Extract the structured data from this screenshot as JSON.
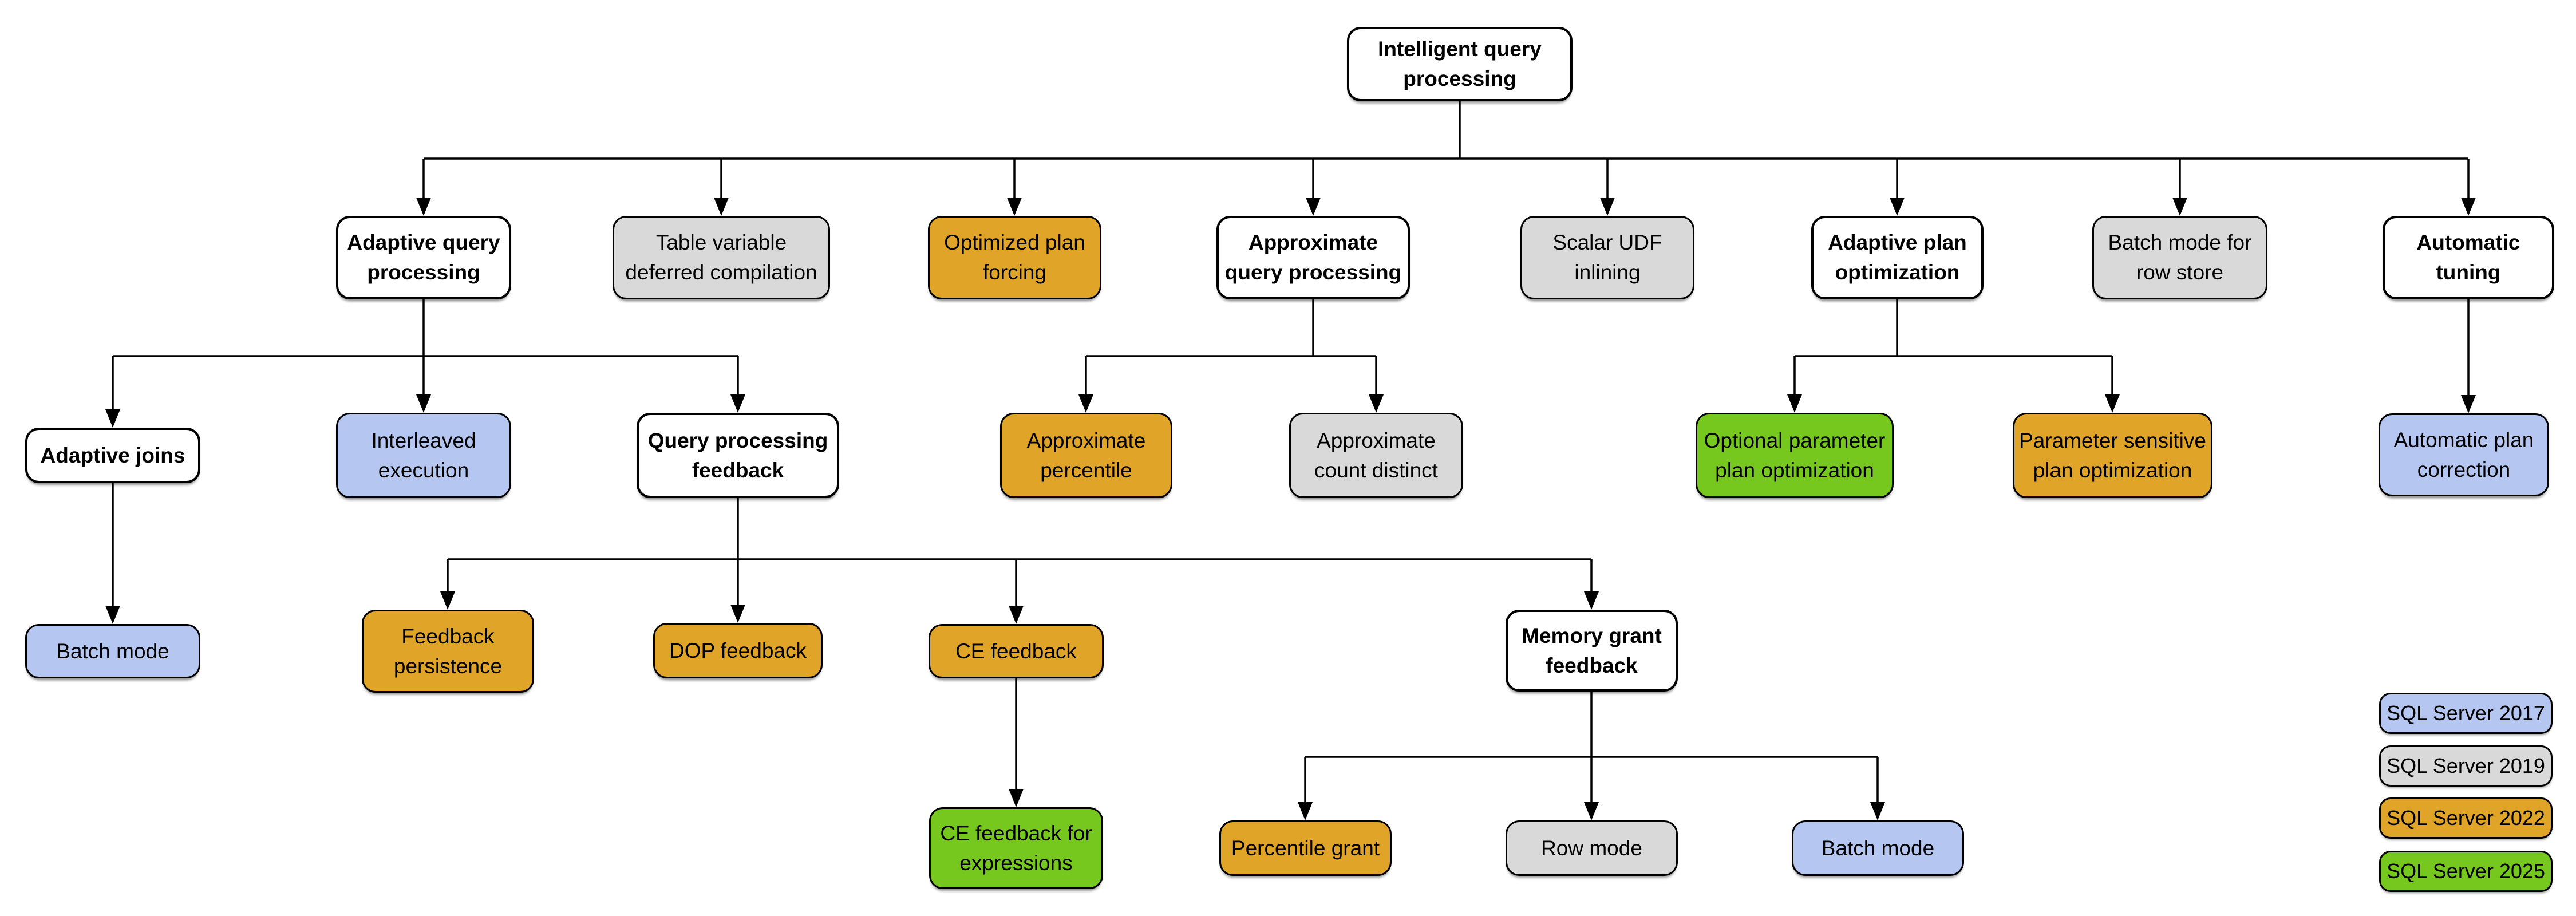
{
  "diagram_title": "Intelligent query processing",
  "nodes": {
    "iqp": {
      "label": "Intelligent query\nprocessing",
      "type": "category"
    },
    "aqp": {
      "label": "Adaptive query\nprocessing",
      "type": "category"
    },
    "tvdc": {
      "label": "Table variable\ndeferred compilation",
      "version": "SQL Server 2019"
    },
    "opf": {
      "label": "Optimized plan\nforcing",
      "version": "SQL Server 2022"
    },
    "aqproc": {
      "label": "Approximate\nquery processing",
      "type": "category"
    },
    "sudf": {
      "label": "Scalar UDF\ninlining",
      "version": "SQL Server 2019"
    },
    "apo": {
      "label": "Adaptive plan\noptimization",
      "type": "category"
    },
    "bmrs": {
      "label": "Batch mode for\nrow store",
      "version": "SQL Server 2019"
    },
    "at": {
      "label": "Automatic\ntuning",
      "type": "category"
    },
    "aj": {
      "label": "Adaptive joins",
      "type": "category"
    },
    "ie": {
      "label": "Interleaved\nexecution",
      "version": "SQL Server 2017"
    },
    "qpf": {
      "label": "Query processing\nfeedback",
      "type": "category"
    },
    "apct": {
      "label": "Approximate\npercentile",
      "version": "SQL Server 2022"
    },
    "acd": {
      "label": "Approximate\ncount distinct",
      "version": "SQL Server 2019"
    },
    "oppo": {
      "label": "Optional parameter\nplan optimization",
      "version": "SQL Server 2025"
    },
    "pspo": {
      "label": "Parameter sensitive\nplan optimization",
      "version": "SQL Server 2022"
    },
    "apc": {
      "label": "Automatic plan\ncorrection",
      "version": "SQL Server 2017"
    },
    "bm_aj": {
      "label": "Batch mode",
      "version": "SQL Server 2017"
    },
    "fp": {
      "label": "Feedback\npersistence",
      "version": "SQL Server 2022"
    },
    "dop": {
      "label": "DOP feedback",
      "version": "SQL Server 2022"
    },
    "cef": {
      "label": "CE feedback",
      "version": "SQL Server 2022"
    },
    "mgf": {
      "label": "Memory grant\nfeedback",
      "type": "category"
    },
    "cefe": {
      "label": "CE feedback for\nexpressions",
      "version": "SQL Server 2025"
    },
    "pg": {
      "label": "Percentile grant",
      "version": "SQL Server 2022"
    },
    "rm": {
      "label": "Row mode",
      "version": "SQL Server 2019"
    },
    "bm_mgf": {
      "label": "Batch mode",
      "version": "SQL Server 2017"
    }
  },
  "legend": {
    "items": [
      {
        "label": "SQL Server 2017",
        "color": "#B5C7F0"
      },
      {
        "label": "SQL Server 2019",
        "color": "#D9D9D9"
      },
      {
        "label": "SQL Server 2022",
        "color": "#DFA428"
      },
      {
        "label": "SQL Server 2025",
        "color": "#76C81F"
      }
    ]
  },
  "colors": {
    "category_fill": "#FFFFFF",
    "border": "#000000",
    "connector": "#000000",
    "background": "#FFFFFF"
  }
}
